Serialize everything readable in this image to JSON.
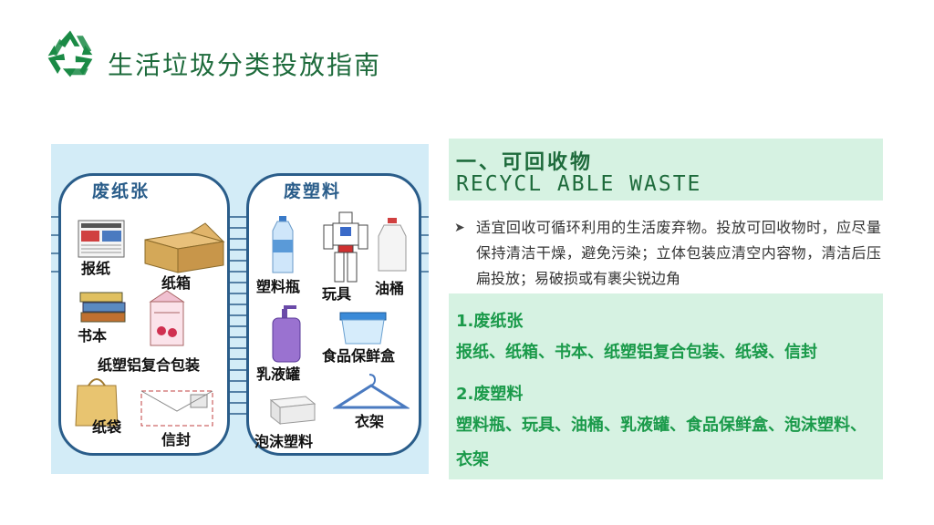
{
  "header": {
    "title": "生活垃圾分类投放指南",
    "logo_icon": "recycle-icon",
    "accent_color": "#1e6b3c"
  },
  "illustration": {
    "paper_card": {
      "title": "废纸张",
      "items": [
        "报纸",
        "纸箱",
        "书本",
        "纸塑铝复合包装",
        "纸袋",
        "信封"
      ]
    },
    "plastic_card": {
      "title": "废塑料",
      "items": [
        "塑料瓶",
        "玩具",
        "油桶",
        "乳液罐",
        "食品保鲜盒",
        "泡沫塑料",
        "衣架"
      ]
    }
  },
  "section": {
    "title_cn": "一、可回收物",
    "title_en": "RECYCL ABLE WASTE",
    "description": "适宜回收可循环利用的生活废弃物。投放可回收物时，应尽量保持清洁干燥，避免污染；立体包装应清空内容物，清洁后压扁投放；易破损或有裹尖锐边角",
    "categories": [
      {
        "heading": "1.废纸张",
        "items": "报纸、纸箱、书本、纸塑铝复合包装、纸袋、信封"
      },
      {
        "heading": "2.废塑料",
        "items": "塑料瓶、玩具、油桶、乳液罐、食品保鲜盒、泡沫塑料、衣架"
      }
    ],
    "text_color": "#1a9a4a",
    "box_color": "#d6f2e2"
  }
}
